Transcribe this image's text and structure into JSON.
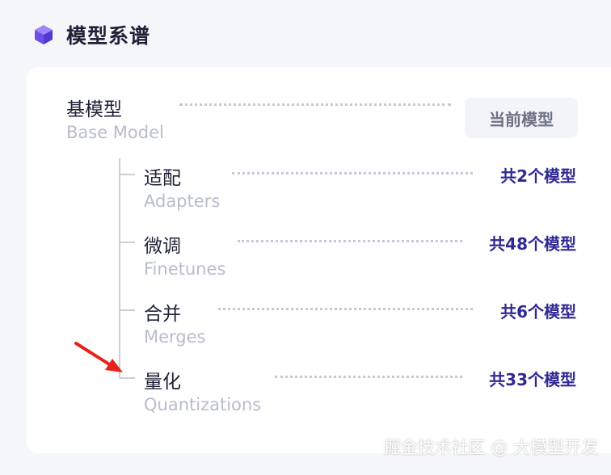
{
  "header": {
    "title": "模型系谱",
    "icon": "cube-icon",
    "icon_color": "#7b62f0"
  },
  "base_model": {
    "label_zh": "基模型",
    "label_en": "Base Model",
    "current_button": "当前模型"
  },
  "children": [
    {
      "label_zh": "适配",
      "label_en": "Adapters",
      "count": "共2个模型"
    },
    {
      "label_zh": "微调",
      "label_en": "Finetunes",
      "count": "共48个模型"
    },
    {
      "label_zh": "合并",
      "label_en": "Merges",
      "count": "共6个模型"
    },
    {
      "label_zh": "量化",
      "label_en": "Quantizations",
      "count": "共33个模型"
    }
  ],
  "colors": {
    "accent": "#2f2a93",
    "annotation_arrow": "#e5231b"
  },
  "watermark": "掘金技术社区 @ 大模型开发"
}
